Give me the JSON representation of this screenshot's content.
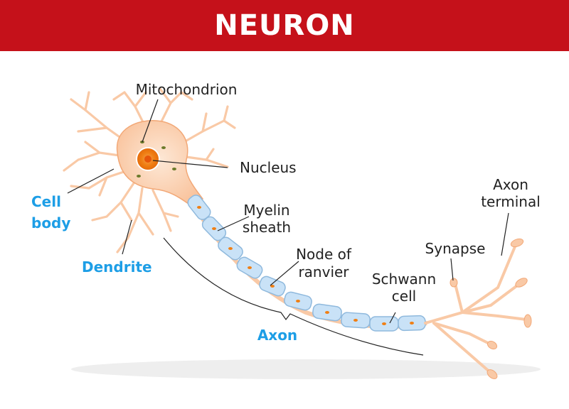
{
  "title": "NEURON",
  "labels": {
    "mitochondrion": "Mitochondrion",
    "nucleus": "Nucleus",
    "cell_body_1": "Cell",
    "cell_body_2": "body",
    "dendrite": "Dendrite",
    "myelin_1": "Myelin",
    "myelin_2": "sheath",
    "node_1": "Node of",
    "node_2": "ranvier",
    "schwann_1": "Schwann",
    "schwann_2": "cell",
    "synapse": "Synapse",
    "axon_terminal_1": "Axon",
    "axon_terminal_2": "terminal",
    "axon": "Axon"
  },
  "colors": {
    "banner": "#c5111a",
    "accent_label": "#1d9ee6",
    "cell": "#fbd3b3",
    "cell_outline": "#f2a877",
    "nucleus": "#f07f14",
    "myelin": "#c9e2f7",
    "myelin_outline": "#8fb9dd"
  }
}
